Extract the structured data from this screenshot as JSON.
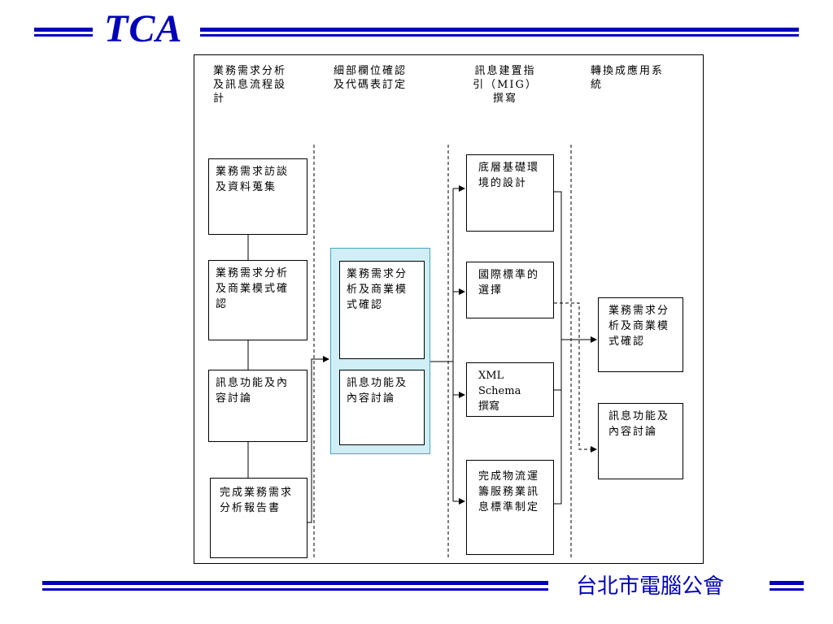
{
  "header": {
    "logo_text": "TCA"
  },
  "footer": {
    "org_name": "台北市電腦公會"
  },
  "colors": {
    "brand_blue": "#0000b8",
    "panel_fill": "#cfeef6",
    "panel_border": "#4aa6c0"
  },
  "columns": [
    {
      "title": "業務需求分析\n及訊息流程設\n計"
    },
    {
      "title": "細部欄位確認\n及代碼表訂定"
    },
    {
      "title": "訊息建置指\n引（MIG）\n撰寫"
    },
    {
      "title": "轉換成應用系\n統"
    }
  ],
  "col1_boxes": [
    {
      "text": "業務需求訪談\n及資料蒐集"
    },
    {
      "text": "業務需求分析\n及商業模式確\n認"
    },
    {
      "text": "訊息功能及內\n容討論"
    },
    {
      "text": "完成業務需求\n分析報告書"
    }
  ],
  "col2_boxes": [
    {
      "text": "業務需求分\n析及商業模\n式確認"
    },
    {
      "text": "訊息功能及\n內容討論"
    }
  ],
  "col3_boxes": [
    {
      "text": "底層基礎環\n境的設計"
    },
    {
      "text": "國際標準的\n選擇"
    },
    {
      "text": "XML Schema\n撰寫"
    },
    {
      "text": "完成物流運\n籌服務業訊\n息標準制定"
    }
  ],
  "col4_boxes": [
    {
      "text": "業務需求分\n析及商業模\n式確認"
    },
    {
      "text": "訊息功能及\n內容討論"
    }
  ]
}
